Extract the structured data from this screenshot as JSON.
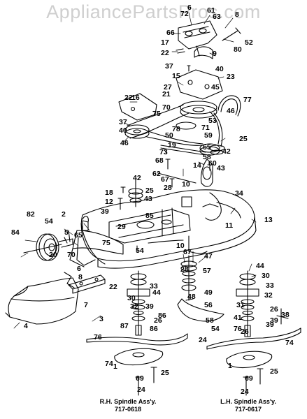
{
  "watermark": "AppliancePartsPros.com",
  "part_labels": [
    {
      "id": "p6a",
      "text": "6"
    },
    {
      "id": "p72",
      "text": "72"
    },
    {
      "id": "p61",
      "text": "61"
    },
    {
      "id": "p63",
      "text": "63"
    },
    {
      "id": "p8",
      "text": "8"
    },
    {
      "id": "p66",
      "text": "66"
    },
    {
      "id": "p52",
      "text": "52"
    },
    {
      "id": "p17",
      "text": "17"
    },
    {
      "id": "p80",
      "text": "80"
    },
    {
      "id": "p22a",
      "text": "22"
    },
    {
      "id": "p9",
      "text": "9"
    },
    {
      "id": "p37a",
      "text": "37"
    },
    {
      "id": "p40a",
      "text": "40"
    },
    {
      "id": "p15",
      "text": "15"
    },
    {
      "id": "p23",
      "text": "23"
    },
    {
      "id": "p16",
      "text": "16"
    },
    {
      "id": "p27",
      "text": "27"
    },
    {
      "id": "p45",
      "text": "45"
    },
    {
      "id": "p77",
      "text": "77"
    },
    {
      "id": "p22b",
      "text": "22"
    },
    {
      "id": "p21",
      "text": "21"
    },
    {
      "id": "p70a",
      "text": "70"
    },
    {
      "id": "p75",
      "text": "75"
    },
    {
      "id": "p46a",
      "text": "46"
    },
    {
      "id": "p37b",
      "text": "37"
    },
    {
      "id": "p53",
      "text": "53"
    },
    {
      "id": "p40b",
      "text": "40"
    },
    {
      "id": "p78",
      "text": "78"
    },
    {
      "id": "p71",
      "text": "71"
    },
    {
      "id": "p50",
      "text": "50"
    },
    {
      "id": "p59",
      "text": "59"
    },
    {
      "id": "p46b",
      "text": "46"
    },
    {
      "id": "p25a",
      "text": "25"
    },
    {
      "id": "p19",
      "text": "19"
    },
    {
      "id": "p55",
      "text": "55"
    },
    {
      "id": "p42a",
      "text": "42"
    },
    {
      "id": "p73",
      "text": "73"
    },
    {
      "id": "p68",
      "text": "68"
    },
    {
      "id": "p58",
      "text": "58"
    },
    {
      "id": "p60",
      "text": "60"
    },
    {
      "id": "p43a",
      "text": "43"
    },
    {
      "id": "p62",
      "text": "62"
    },
    {
      "id": "p14",
      "text": "14"
    },
    {
      "id": "p67a",
      "text": "67"
    },
    {
      "id": "p42b",
      "text": "42"
    },
    {
      "id": "p10a",
      "text": "10"
    },
    {
      "id": "p28a",
      "text": "28"
    },
    {
      "id": "p18",
      "text": "18"
    },
    {
      "id": "p25b",
      "text": "25"
    },
    {
      "id": "p12",
      "text": "12"
    },
    {
      "id": "p43b",
      "text": "43"
    },
    {
      "id": "p34",
      "text": "34"
    },
    {
      "id": "p39a",
      "text": "39"
    },
    {
      "id": "p82",
      "text": "82"
    },
    {
      "id": "p2",
      "text": "2"
    },
    {
      "id": "p29",
      "text": "29"
    },
    {
      "id": "p85",
      "text": "85"
    },
    {
      "id": "p11",
      "text": "11"
    },
    {
      "id": "p13",
      "text": "13"
    },
    {
      "id": "p54a",
      "text": "54"
    },
    {
      "id": "p84",
      "text": "84"
    },
    {
      "id": "p5",
      "text": "5"
    },
    {
      "id": "p65",
      "text": "65"
    },
    {
      "id": "p75b",
      "text": "75"
    },
    {
      "id": "p70b",
      "text": "70"
    },
    {
      "id": "p20",
      "text": "20"
    },
    {
      "id": "p10b",
      "text": "10"
    },
    {
      "id": "p67b",
      "text": "67"
    },
    {
      "id": "p54b",
      "text": "54"
    },
    {
      "id": "p47",
      "text": "47"
    },
    {
      "id": "p28b",
      "text": "28"
    },
    {
      "id": "p44a",
      "text": "44"
    },
    {
      "id": "p6b",
      "text": "6"
    },
    {
      "id": "p57",
      "text": "57"
    },
    {
      "id": "p30a",
      "text": "30"
    },
    {
      "id": "p8b",
      "text": "8"
    },
    {
      "id": "p22c",
      "text": "22"
    },
    {
      "id": "p33a",
      "text": "33"
    },
    {
      "id": "p48",
      "text": "48"
    },
    {
      "id": "p44b",
      "text": "44"
    },
    {
      "id": "p49",
      "text": "49"
    },
    {
      "id": "p32a",
      "text": "32"
    },
    {
      "id": "p30b",
      "text": "30"
    },
    {
      "id": "p33b",
      "text": "33"
    },
    {
      "id": "p7",
      "text": "7"
    },
    {
      "id": "p3",
      "text": "3"
    },
    {
      "id": "p56",
      "text": "56"
    },
    {
      "id": "p31",
      "text": "31"
    },
    {
      "id": "p39b",
      "text": "39"
    },
    {
      "id": "p32b",
      "text": "32"
    },
    {
      "id": "p38",
      "text": "38"
    },
    {
      "id": "p26a",
      "text": "26"
    },
    {
      "id": "p39c",
      "text": "39"
    },
    {
      "id": "p86",
      "text": "86"
    },
    {
      "id": "p41",
      "text": "41"
    },
    {
      "id": "p26b",
      "text": "26"
    },
    {
      "id": "p4",
      "text": "4"
    },
    {
      "id": "p87",
      "text": "87"
    },
    {
      "id": "p58b",
      "text": "58"
    },
    {
      "id": "p54c",
      "text": "54"
    },
    {
      "id": "p86b",
      "text": "86"
    },
    {
      "id": "p76a",
      "text": "76"
    },
    {
      "id": "p39d",
      "text": "39"
    },
    {
      "id": "p24a",
      "text": "24"
    },
    {
      "id": "p74a",
      "text": "74"
    },
    {
      "id": "p76b",
      "text": "76"
    },
    {
      "id": "p26c",
      "text": "26"
    },
    {
      "id": "p74b",
      "text": "74"
    },
    {
      "id": "p1a",
      "text": "1"
    },
    {
      "id": "p25c",
      "text": "25"
    },
    {
      "id": "p1b",
      "text": "1"
    },
    {
      "id": "p25d",
      "text": "25"
    },
    {
      "id": "p69a",
      "text": "69"
    },
    {
      "id": "p24b",
      "text": "24"
    },
    {
      "id": "p69b",
      "text": "69"
    },
    {
      "id": "p24c",
      "text": "24"
    }
  ],
  "captions": {
    "rh": {
      "line1": "R.H. Spindle Ass'y.",
      "line2": "717-0618"
    },
    "lh": {
      "line1": "L.H. Spindle Ass'y.",
      "line2": "717-0617"
    }
  }
}
